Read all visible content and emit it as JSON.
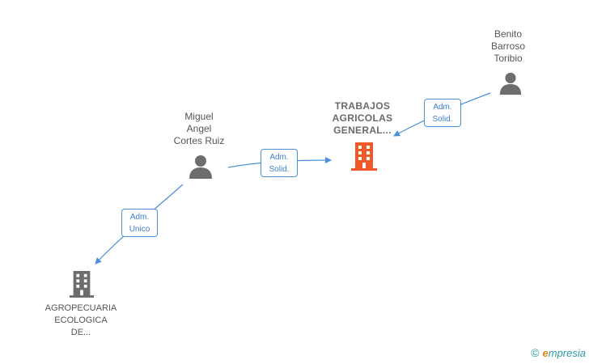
{
  "nodes": {
    "trabajos": {
      "lines": [
        "TRABAJOS",
        "AGRICOLAS",
        "GENERAL..."
      ],
      "icon": "building-icon",
      "color": "#f05a28"
    },
    "agropecuaria": {
      "lines": [
        "AGROPECUARIA",
        "ECOLOGICA",
        "DE..."
      ],
      "icon": "building-icon",
      "color": "#6d6d6d"
    },
    "miguel": {
      "lines": [
        "Miguel",
        "Angel",
        "Cortes Ruiz"
      ],
      "icon": "person-icon",
      "color": "#6d6d6d"
    },
    "benito": {
      "lines": [
        "Benito",
        "Barroso",
        "Toribio"
      ],
      "icon": "person-icon",
      "color": "#6d6d6d"
    }
  },
  "edges": [
    {
      "from": "Miguel Angel Cortes Ruiz",
      "to": "TRABAJOS AGRICOLAS GENERAL...",
      "lines": [
        "Adm.",
        "Solid."
      ]
    },
    {
      "from": "Benito Barroso Toribio",
      "to": "TRABAJOS AGRICOLAS GENERAL...",
      "lines": [
        "Adm.",
        "Solid."
      ]
    },
    {
      "from": "Miguel Angel Cortes Ruiz",
      "to": "AGROPECUARIA ECOLOGICA DE...",
      "lines": [
        "Adm.",
        "Unico"
      ]
    }
  ],
  "brand": {
    "copyright": "©",
    "initial": "e",
    "rest": "mpresia"
  },
  "colors": {
    "edge": "#4a8fd9",
    "highlight": "#f05a28",
    "neutral": "#6d6d6d"
  }
}
